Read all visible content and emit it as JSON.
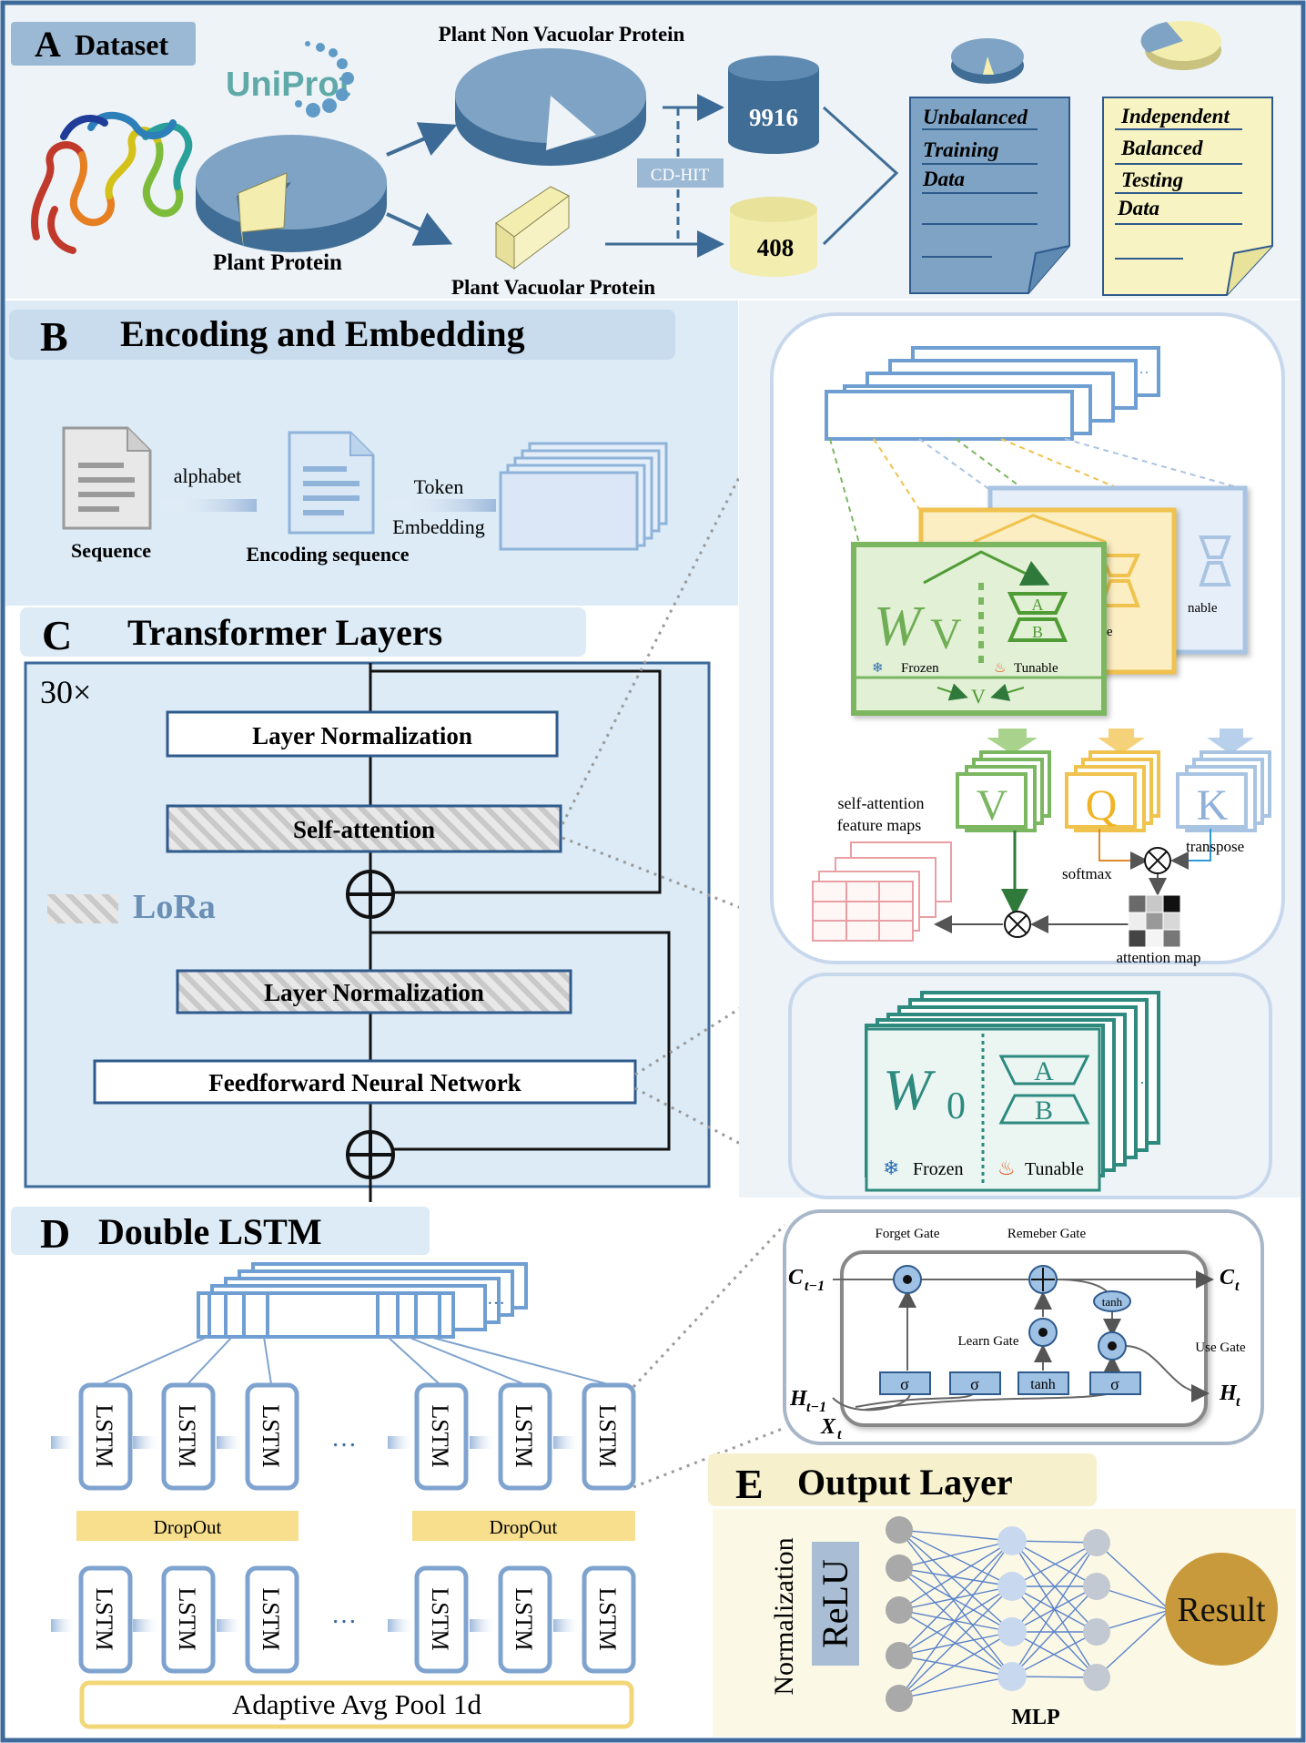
{
  "colors": {
    "panel_a_bg": "#eef3f8",
    "panel_bc_bg": "#dcebf6",
    "navy_border": "#2f5a8c",
    "label_tab": "#9bb9d4",
    "pie_blue": "#6d95b8",
    "cream": "#f3eeb0",
    "green": "#7bb661",
    "yellow": "#f0c24e",
    "light_blue_box": "#a9c4e2",
    "teal": "#2e8a7e",
    "dropout": "#f7df8e",
    "result": "#c99a3b",
    "output_bg": "#fbf9e6"
  },
  "section_a": {
    "letter": "A",
    "title": "Dataset",
    "uniprot_logo": "UniProt",
    "plant_protein": "Plant Protein",
    "non_vacuolar": "Plant Non Vacuolar Protein",
    "vacuolar": "Plant Vacuolar Protein",
    "cdhit": "CD-HIT",
    "count_non_vacuolar": "9916",
    "count_vacuolar": "408",
    "doc1": [
      "Unbalanced",
      "Training",
      "Data"
    ],
    "doc2": [
      "Independent",
      "Balanced",
      "Testing",
      "Data"
    ]
  },
  "section_b": {
    "letter": "B",
    "title": "Encoding and Embedding",
    "sequence": "Sequence",
    "alphabet": "alphabet",
    "encoding_sequence": "Encoding sequence",
    "token": "Token",
    "embedding": "Embedding"
  },
  "section_c": {
    "letter": "C",
    "title": "Transformer Layers",
    "repeat": "30×",
    "layer_norm_1": "Layer Normalization",
    "self_attention": "Self-attention",
    "lora": "LoRa",
    "layer_norm_2": "Layer Normalization",
    "ffn": "Feedforward Neural Network"
  },
  "attention_detail": {
    "w_v": "W",
    "v_sub": "V",
    "a": "A",
    "b": "B",
    "frozen": "Frozen",
    "tunable": "Tunable",
    "tunable_partial": "nable",
    "v_out": "V",
    "V": "V",
    "Q": "Q",
    "K": "K",
    "self_attention_maps": [
      "self-attention",
      "feature maps"
    ],
    "softmax": "softmax",
    "transpose": "transpose",
    "attention_map": "attention map",
    "w0": "W",
    "w0_sub": "0"
  },
  "section_d": {
    "letter": "D",
    "title": "Double LSTM",
    "lstm": "LSTM",
    "ellipsis": "…",
    "dropout": "DropOut",
    "pool": "Adaptive Avg Pool 1d"
  },
  "lstm_cell": {
    "forget_gate": "Forget Gate",
    "remember_gate": "Remeber Gate",
    "learn_gate": "Learn Gate",
    "use_gate": "Use Gate",
    "sigma": "σ",
    "tanh": "tanh",
    "c_prev": "C",
    "c_prev_sub": "t−1",
    "c_t": "C",
    "c_t_sub": "t",
    "h_prev": "H",
    "h_prev_sub": "t−1",
    "x_t": "X",
    "x_t_sub": "t",
    "h_t": "H",
    "h_t_sub": "t"
  },
  "section_e": {
    "letter": "E",
    "title": "Output Layer",
    "normalization": "Normalization",
    "relu": "ReLU",
    "mlp": "MLP",
    "result": "Result"
  }
}
